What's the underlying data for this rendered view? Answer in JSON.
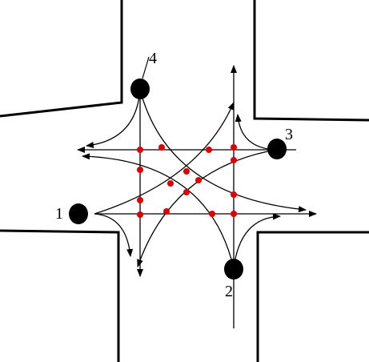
{
  "diagram": {
    "approaches": [
      {
        "id": "1",
        "label": "1"
      },
      {
        "id": "2",
        "label": "2"
      },
      {
        "id": "3",
        "label": "3"
      },
      {
        "id": "4",
        "label": "4"
      }
    ],
    "conflict_point_count": 16,
    "colors": {
      "road_edge": "#000000",
      "path": "#000000",
      "vehicle": "#000000",
      "conflict_point": "#e00000"
    }
  }
}
